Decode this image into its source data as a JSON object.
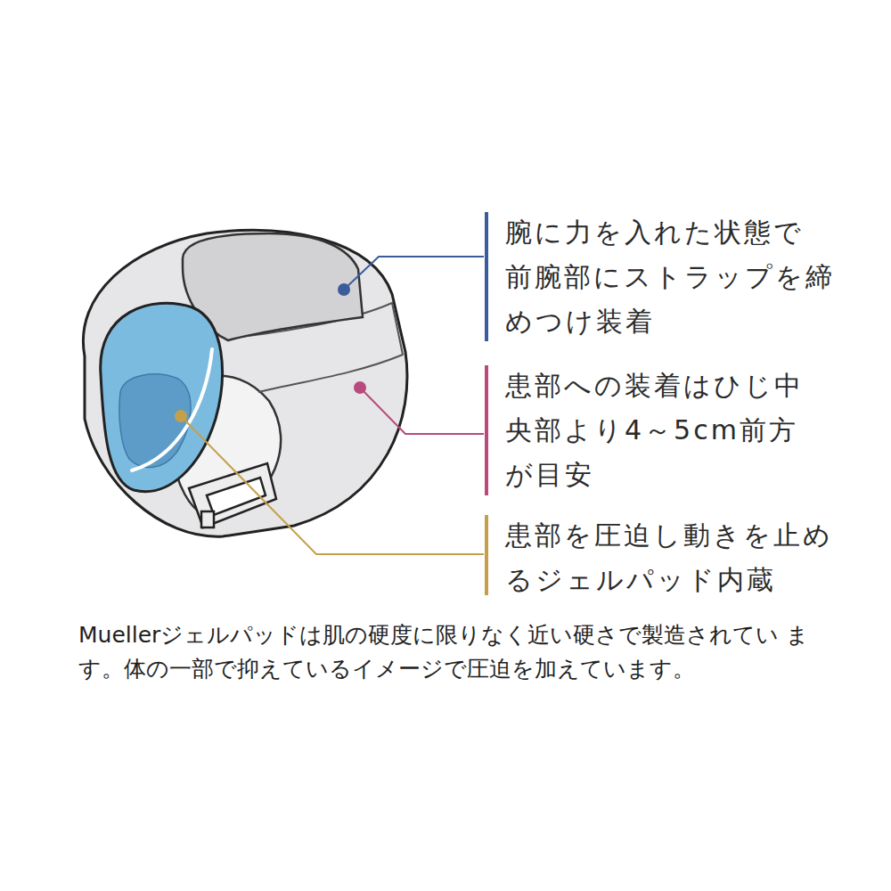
{
  "diagram": {
    "caption": "Muellerジェルパッドは肌の硬度に限りなく近い硬さで製造されてい ます。体の一部で抑えているイメージで圧迫を加えています。",
    "labels": [
      "腕に力を入れた状態で 前腕部にストラップを締 めつけ装着",
      "患部への装着はひじ中 央部より4～5cm前方 が目安",
      "患部を圧迫し動きを止め るジェルパッド内蔵"
    ]
  }
}
